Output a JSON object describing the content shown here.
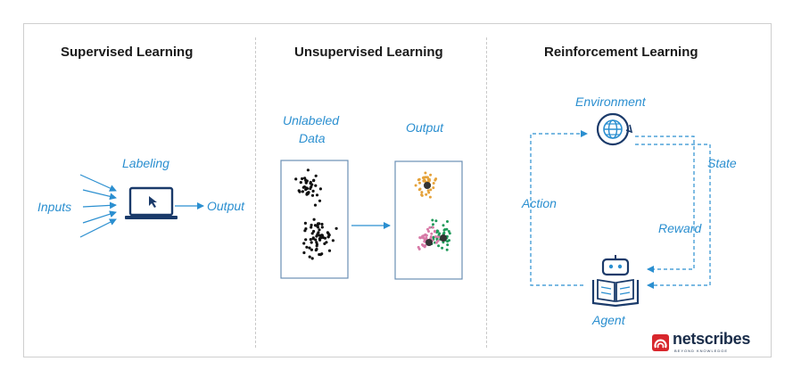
{
  "sections": {
    "supervised": {
      "title": "Supervised Learning",
      "inputs": "Inputs",
      "labeling": "Labeling",
      "output": "Output"
    },
    "unsupervised": {
      "title": "Unsupervised Learning",
      "unlabeled_line1": "Unlabeled",
      "unlabeled_line2": "Data",
      "output": "Output"
    },
    "reinforcement": {
      "title": "Reinforcement Learning",
      "environment": "Environment",
      "state": "State",
      "action": "Action",
      "reward": "Reward",
      "agent": "Agent"
    }
  },
  "logo": {
    "name": "netscribes",
    "tagline": "BEYOND KNOWLEDGE"
  },
  "colors": {
    "accent": "#2b8fd0",
    "brand_red": "#d8262c",
    "brand_navy": "#1a2d4a",
    "cluster_orange": "#e5a23a",
    "cluster_green": "#1f9a5a",
    "cluster_pink": "#d77aa7"
  },
  "icons": [
    "laptop-icon",
    "cursor-icon",
    "globe-icon",
    "robot-icon",
    "book-icon",
    "netscribes-logo-icon"
  ]
}
